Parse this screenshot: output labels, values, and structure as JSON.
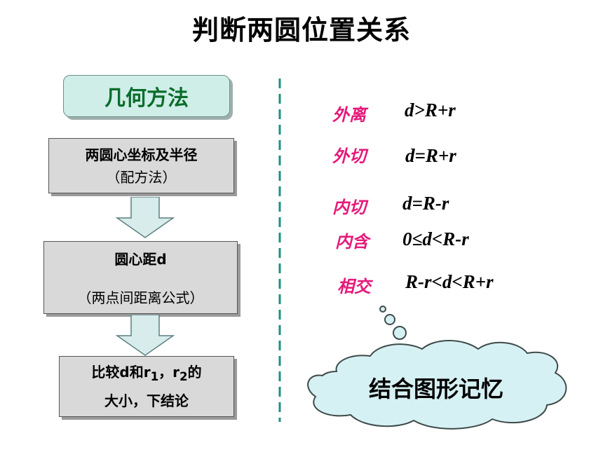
{
  "slide": {
    "title": "判断两圆位置关系",
    "method_label": "几何方法",
    "steps": [
      {
        "line1": "两圆心坐标及半径",
        "line2": "（配方法）"
      },
      {
        "line1": "圆心距d",
        "line2": "（两点间距离公式）"
      },
      {
        "line1_a": "比较d和r",
        "sub1": "1",
        "line1_b": "，r",
        "sub2": "2",
        "line1_c": "的",
        "line2": "大小，下结论"
      }
    ],
    "relations": [
      {
        "name": "外离",
        "formula": "d>R+r"
      },
      {
        "name": "外切",
        "formula": "d=R+r"
      },
      {
        "name": "内切",
        "formula": "d=R-r"
      },
      {
        "name": "内含",
        "formula": "0≤d<R-r"
      },
      {
        "name": "相交",
        "formula": "R-r<d<R+r"
      }
    ],
    "callout": "结合图形记忆"
  },
  "colors": {
    "accent_pink": "#e6197a",
    "method_green": "#0a6d2b",
    "method_bg": "#cfeee8",
    "step_bg": "#d9d9d9",
    "divider_teal": "#1f8f80",
    "cloud_fill": "#d6f1f3"
  }
}
